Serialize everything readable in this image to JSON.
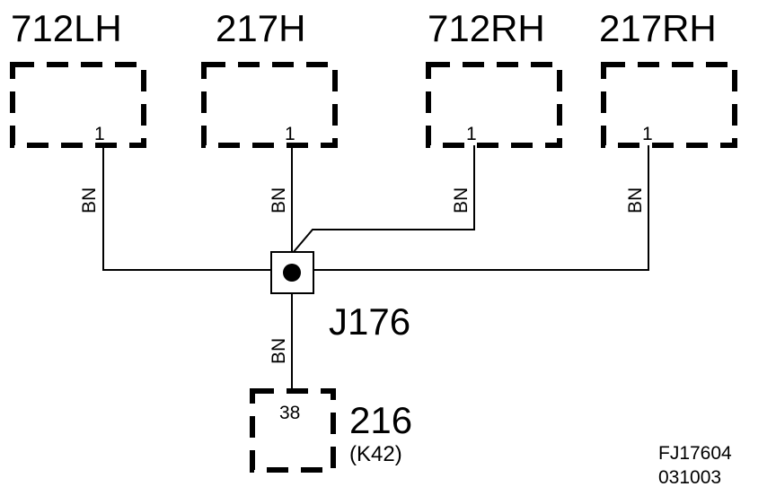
{
  "connectors": [
    {
      "label": "712LH",
      "pin": "1"
    },
    {
      "label": "217H",
      "pin": "1"
    },
    {
      "label": "712RH",
      "pin": "1"
    },
    {
      "label": "217RH",
      "pin": "1"
    }
  ],
  "wire_color": "BN",
  "splice": {
    "label": "J176"
  },
  "ground": {
    "label": "216",
    "sub_label": "(K42)",
    "pin": "38"
  },
  "figure_code": {
    "line1": "FJ17604",
    "line2": "031003"
  }
}
